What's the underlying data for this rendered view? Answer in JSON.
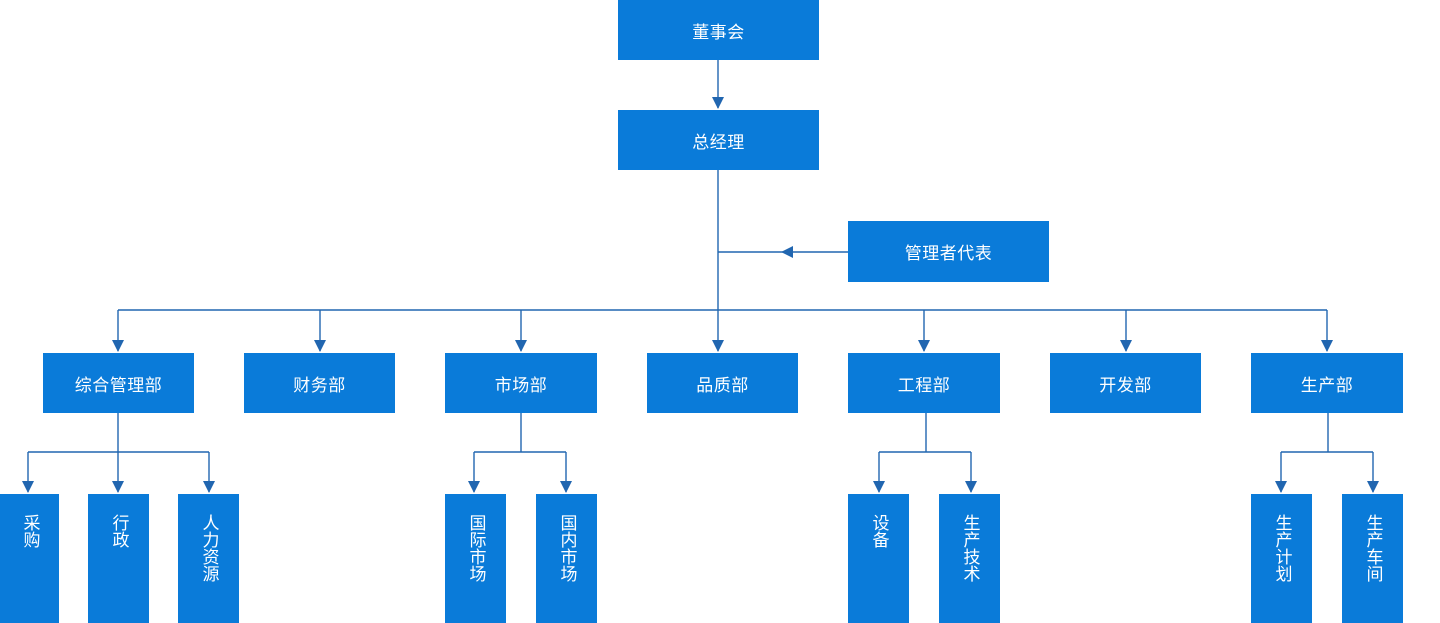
{
  "colors": {
    "box_fill": "#0a7bd9",
    "connector": "#2166b0",
    "text": "#ffffff"
  },
  "nodes": {
    "board": "董事会",
    "gm": "总经理",
    "mgmt_rep": "管理者代表",
    "dept_general": "综合管理部",
    "dept_finance": "财务部",
    "dept_market": "市场部",
    "dept_quality": "品质部",
    "dept_engineering": "工程部",
    "dept_development": "开发部",
    "dept_production": "生产部",
    "purchasing": "采购",
    "admin": "行政",
    "hr": "人力资源",
    "intl_market": "国际市场",
    "domestic_market": "国内市场",
    "equipment": "设备",
    "prod_tech": "生产技术",
    "prod_plan": "生产计划",
    "prod_workshop": "生产车间"
  }
}
